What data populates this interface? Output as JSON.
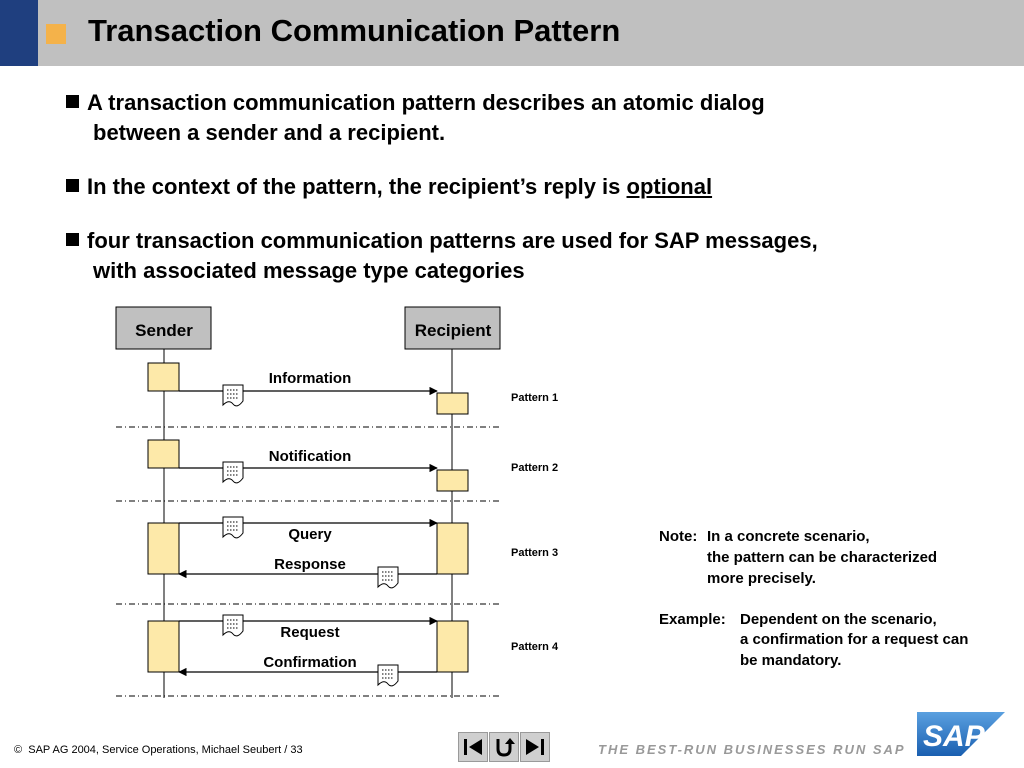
{
  "header": {
    "title": "Transaction Communication Pattern"
  },
  "bullets": [
    {
      "line1": "A transaction communication pattern describes an atomic dialog",
      "line2": "between a sender and a recipient."
    },
    {
      "line1_pre": "In the context of the pattern, the recipient’s reply is ",
      "line1_em": "optional"
    },
    {
      "line1": "four transaction communication patterns are used for SAP messages,",
      "line2": "with associated message type categories"
    }
  ],
  "diagram": {
    "sender_label": "Sender",
    "recipient_label": "Recipient",
    "patterns": [
      {
        "name": "Pattern 1",
        "messages": [
          "Information"
        ]
      },
      {
        "name": "Pattern 2",
        "messages": [
          "Notification"
        ]
      },
      {
        "name": "Pattern 3",
        "messages": [
          "Query",
          "Response"
        ]
      },
      {
        "name": "Pattern 4",
        "messages": [
          "Request",
          "Confirmation"
        ]
      }
    ],
    "colors": {
      "activation": "#fde9a9",
      "box": "#c0c0c0"
    }
  },
  "note": {
    "note_label": "Note:",
    "note_line1": "In a concrete scenario,",
    "note_line2": "the pattern can be characterized",
    "note_line3": "more precisely.",
    "example_label": "Example:",
    "example_line1": "Dependent on the scenario,",
    "example_line2": "a confirmation for a request can",
    "example_line3": "be mandatory."
  },
  "footer": {
    "copyright_symbol": "©",
    "text": "SAP AG 2004, Service Operations, Michael Seubert / 33",
    "slogan": "THE BEST-RUN BUSINESSES RUN SAP",
    "logo_text": "SAP"
  },
  "nav": {
    "icons": [
      "back-icon",
      "return-icon",
      "forward-icon"
    ]
  },
  "colors": {
    "header_bg": "#c0c0c0",
    "header_blue": "#1f3f7f",
    "header_square": "#f4b24a"
  }
}
